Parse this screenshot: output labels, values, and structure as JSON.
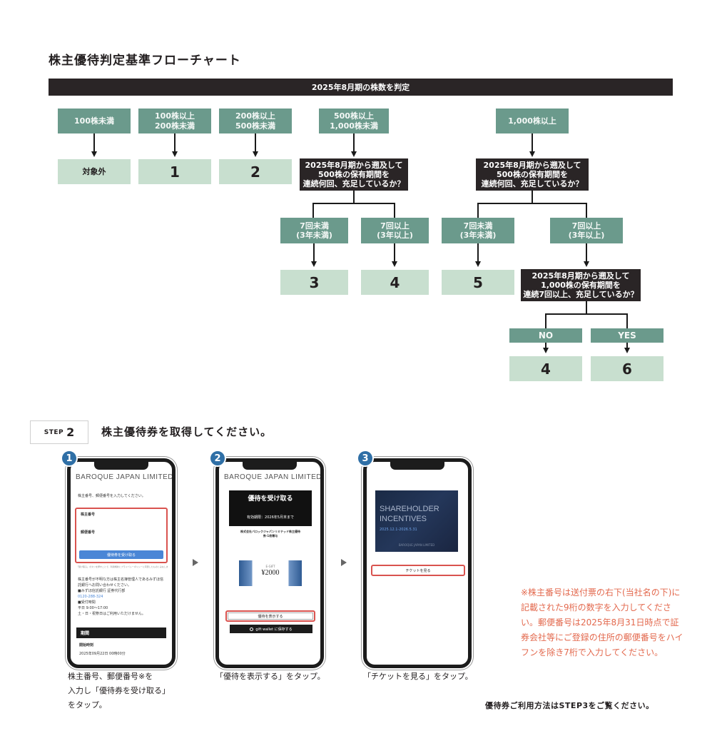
{
  "flowchart": {
    "title": "株主優待判定基準フローチャート",
    "top_label": "2025年8月期の株数を判定",
    "tiers": [
      {
        "condition": "100株未満",
        "result": "対象外"
      },
      {
        "condition": "100株以上\n200株未満",
        "result": "1"
      },
      {
        "condition": "200株以上\n500株未満",
        "result": "2"
      },
      {
        "condition": "500株以上\n1,000株未満"
      },
      {
        "condition": "1,000株以上"
      }
    ],
    "question_500": "2025年8月期から遡及して\n500株の保有期間を\n連続何回、充足しているか？",
    "question_1000": "2025年8月期から遡及して\n1,000株の保有期間を\n連続7回以上、充足しているか？",
    "branches_500": [
      {
        "condition": "7回未満\n(3年未満)",
        "result": "3"
      },
      {
        "condition": "7回以上\n(3年以上)",
        "result": "4"
      }
    ],
    "branches_1000": [
      {
        "condition": "7回未満\n(3年未満)",
        "result": "5"
      },
      {
        "condition": "7回以上\n(3年以上)"
      }
    ],
    "branches_final": [
      {
        "condition": "NO",
        "result": "4"
      },
      {
        "condition": "YES",
        "result": "6"
      }
    ]
  },
  "step2": {
    "step_word": "STEP",
    "step_num": "2",
    "title": "株主優待券を取得してください。",
    "phones": [
      {
        "badge": "1",
        "brand": "BAROQUE JAPAN LIMITED",
        "instruction": "株主番号、郵便番号を入力してください。",
        "field1_label": "株主番号",
        "field2_label": "郵便番号",
        "button": "優待券を受け取る",
        "fine_print": "「受け取る」ボタンを押すことで、利用規約とプライバシーポリシーに同意したものとみなします。",
        "help_text": "株主番号が不明な方は株主名簿管理人であるみずほ信託銀行へお問い合わせください。",
        "help_bank": "■みずほ信託銀行 証券代行部",
        "help_phone": "0120-288-324",
        "hours_label": "■受付時間",
        "hours": "平日 9:00〜17:00",
        "hours_note": "土・日・祝祭日はご利用いただけません。",
        "section_header": "期間",
        "start_label": "開始時刻",
        "start_value": "2025年09月22日 00時00分",
        "caption": "株主番号、郵便番号※を\n入力し「優待券を受け取る」\nをタップ。"
      },
      {
        "badge": "2",
        "brand": "BAROQUE JAPAN LIMITED",
        "banner_title": "優待を受け取る",
        "validity": "有効期限：2026年5月末まで",
        "company_text": "株式会社バロックジャパンリミテッド株主優待\n券-1枚贈与",
        "coupon_amount": "¥2000",
        "coupon_label": "E-GIFT",
        "show_button": "優待を表示する",
        "wallet_button": "gift wallet に保存する",
        "caption": "「優待を表示する」をタップ。"
      },
      {
        "badge": "3",
        "ticket_line1": "SHAREHOLDER",
        "ticket_line2": "INCENTIVES",
        "ticket_dates": "2025.12.1-2026.5.31",
        "ticket_brand": "BAROQUE JAPAN LIMITED",
        "view_button": "チケットを見る",
        "caption": "「チケットを見る」をタップ。"
      }
    ],
    "note": "※株主番号は送付票の右下(当社名の下)に記載された9桁の数字を入力してください。郵便番号は2025年8月31日時点で証券会社等にご登録の住所の郵便番号をハイフンを除き7桁で入力してください。",
    "footer": "優待券ご利用方法はSTEP3をご覧ください。"
  },
  "colors": {
    "condition_box": "#6b9a8c",
    "result_box": "#c8dfcf",
    "question_box": "#2a2526",
    "badge": "#2f6fa6",
    "highlight": "#d9534f",
    "note_text": "#e3694e"
  }
}
